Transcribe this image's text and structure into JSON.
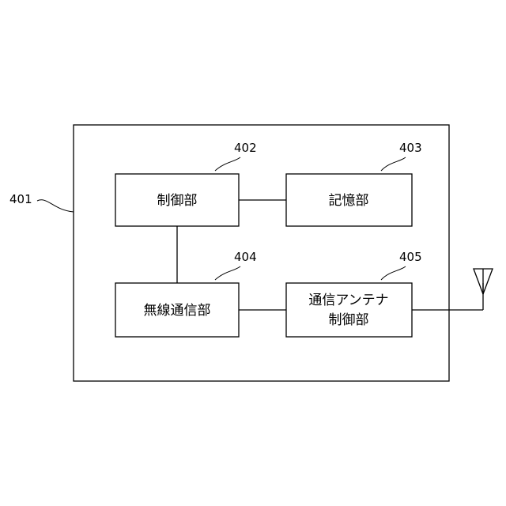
{
  "device": {
    "ref": "401"
  },
  "blocks": {
    "control": {
      "ref": "402",
      "label": "制御部"
    },
    "storage": {
      "ref": "403",
      "label": "記憶部"
    },
    "wireless": {
      "ref": "404",
      "label": "無線通信部"
    },
    "antenna_control": {
      "ref": "405",
      "line1": "通信アンテナ",
      "line2": "制御部"
    }
  },
  "colors": {
    "stroke": "#000000",
    "background": "#ffffff"
  },
  "icons": {
    "antenna": "antenna-icon"
  }
}
